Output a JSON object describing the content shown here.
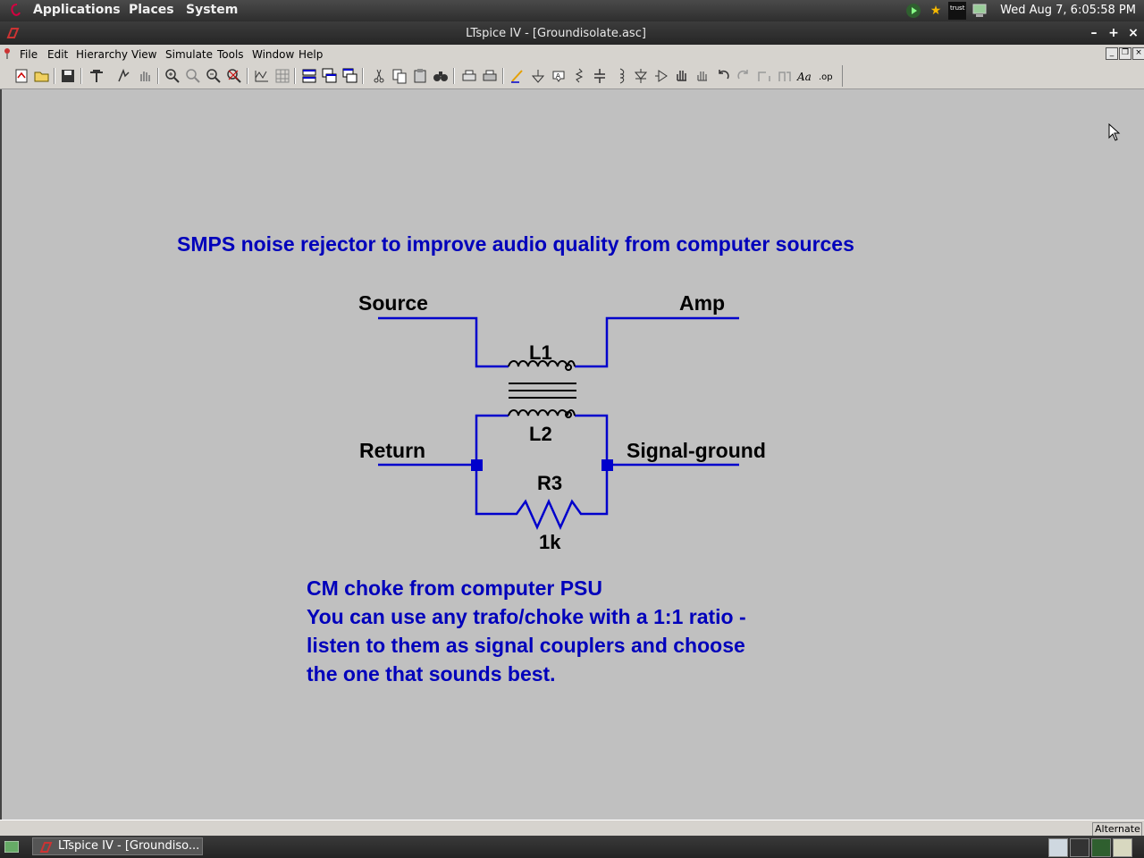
{
  "top_panel": {
    "menus": [
      "Applications",
      "Places",
      "System"
    ],
    "clock": "Wed Aug  7,  6:05:58 PM",
    "tray_icons": [
      "play-icon",
      "star-icon",
      "trust-icon",
      "network-icon"
    ]
  },
  "window": {
    "title": "LTspice IV - [Groundisolate.asc]",
    "controls": [
      "–",
      "+",
      "×"
    ]
  },
  "menu_bar": {
    "items": [
      "File",
      "Edit",
      "Hierarchy",
      "View",
      "Simulate",
      "Tools",
      "Window",
      "Help"
    ],
    "mdi_controls": [
      "_",
      "❐",
      "×"
    ]
  },
  "schematic": {
    "title_text": "SMPS noise rejector to improve audio quality from computer sources",
    "labels": {
      "source": "Source",
      "amp": "Amp",
      "return": "Return",
      "signal_ground": "Signal-ground"
    },
    "components": {
      "l1": "L1",
      "l2": "L2",
      "r3": "R3",
      "r3_value": "1k"
    },
    "notes": [
      "CM choke from computer PSU",
      "You can use any trafo/choke with a 1:1 ratio -",
      "listen to them as signal couplers and choose",
      "the one that sounds best."
    ],
    "wire_color": "#0000cc",
    "text_color": "#0000bb"
  },
  "status_bar": {
    "text": "Alternate"
  },
  "taskbar": {
    "task_label": "LTspice IV - [Groundiso..."
  }
}
